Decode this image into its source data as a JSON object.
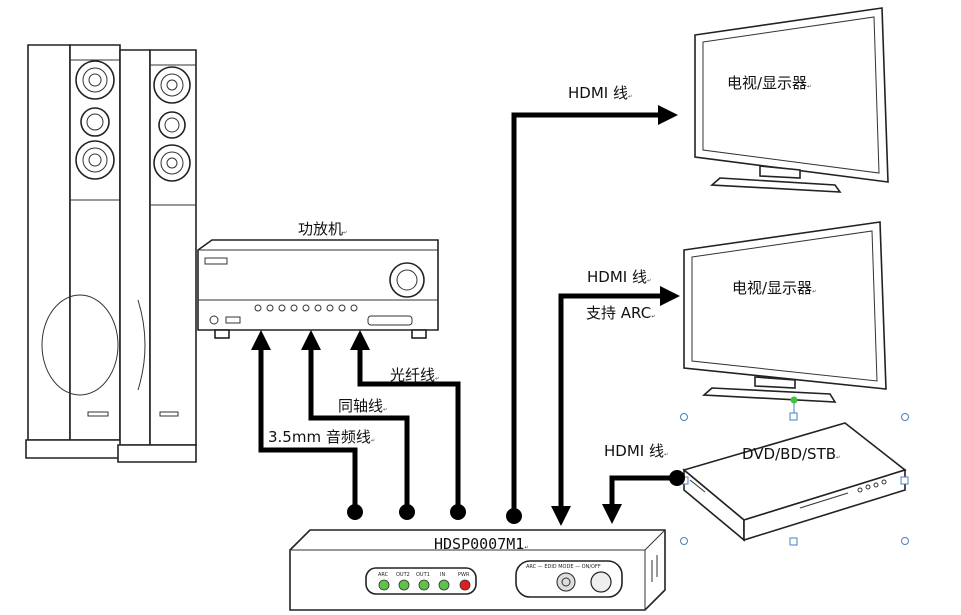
{
  "devices": {
    "amplifier_label": "功放机",
    "tv_top_label": "电视/显示器",
    "tv_bottom_label": "电视/显示器",
    "player_label": "DVD/BD/STB",
    "switch_label": "HDSP0007M1"
  },
  "cables": {
    "optical": "光纤线",
    "coaxial": "同轴线",
    "audio_35": "3.5mm 音频线",
    "hdmi_top": "HDMI 线",
    "hdmi_arc_line1": "HDMI 线",
    "hdmi_arc_line2": "支持 ARC",
    "hdmi_player": "HDMI 线"
  },
  "panel": {
    "led_labels": [
      "ARC",
      "OUT2",
      "OUT1",
      "IN",
      "PWR"
    ],
    "mode_label": "ARC — EDID MODE — ON/OFF"
  },
  "colors": {
    "cable": "#000000",
    "led_green": "#5fc24a",
    "led_red": "#e02020",
    "selection_handle": "#4a7fc1",
    "rotation_handle": "#3cc43c"
  },
  "markers": {
    "return_mark": "↵"
  }
}
